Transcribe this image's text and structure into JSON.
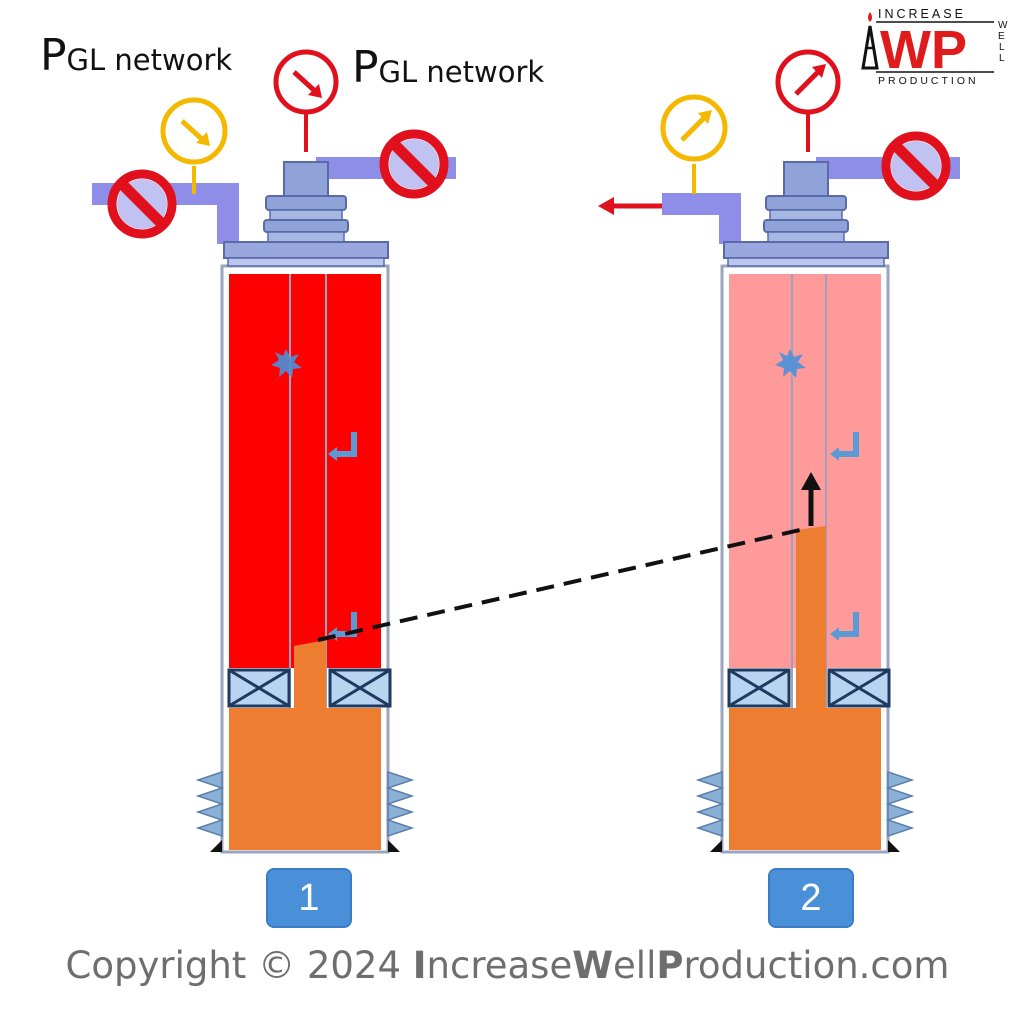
{
  "labels": {
    "pgl_main": "P",
    "pgl_sub": "GL network"
  },
  "panels": [
    {
      "number": "1",
      "fluid_color": "#ff0000"
    },
    {
      "number": "2",
      "fluid_color": "#ff9a9a"
    }
  ],
  "logo": {
    "top_word": "INCREASE",
    "mark": "WP",
    "side_word": "WELL",
    "bottom_word": "PRODUCTION"
  },
  "copyright": {
    "prefix": "Copyright © 2024 ",
    "bold_i": "I",
    "part_ncrease": "ncrease",
    "bold_w": "W",
    "part_ell": "ell",
    "bold_p": "P",
    "part_roduction": "roduction.com"
  },
  "colors": {
    "pipe": "#8e8ee8",
    "packer": "#b8d4f0",
    "orange": "#ed7d31",
    "gauge_yellow": "#f5b800",
    "gauge_red": "#e0101c",
    "no_entry": "#e0101c",
    "arrow_blue": "#5b9bd5"
  }
}
